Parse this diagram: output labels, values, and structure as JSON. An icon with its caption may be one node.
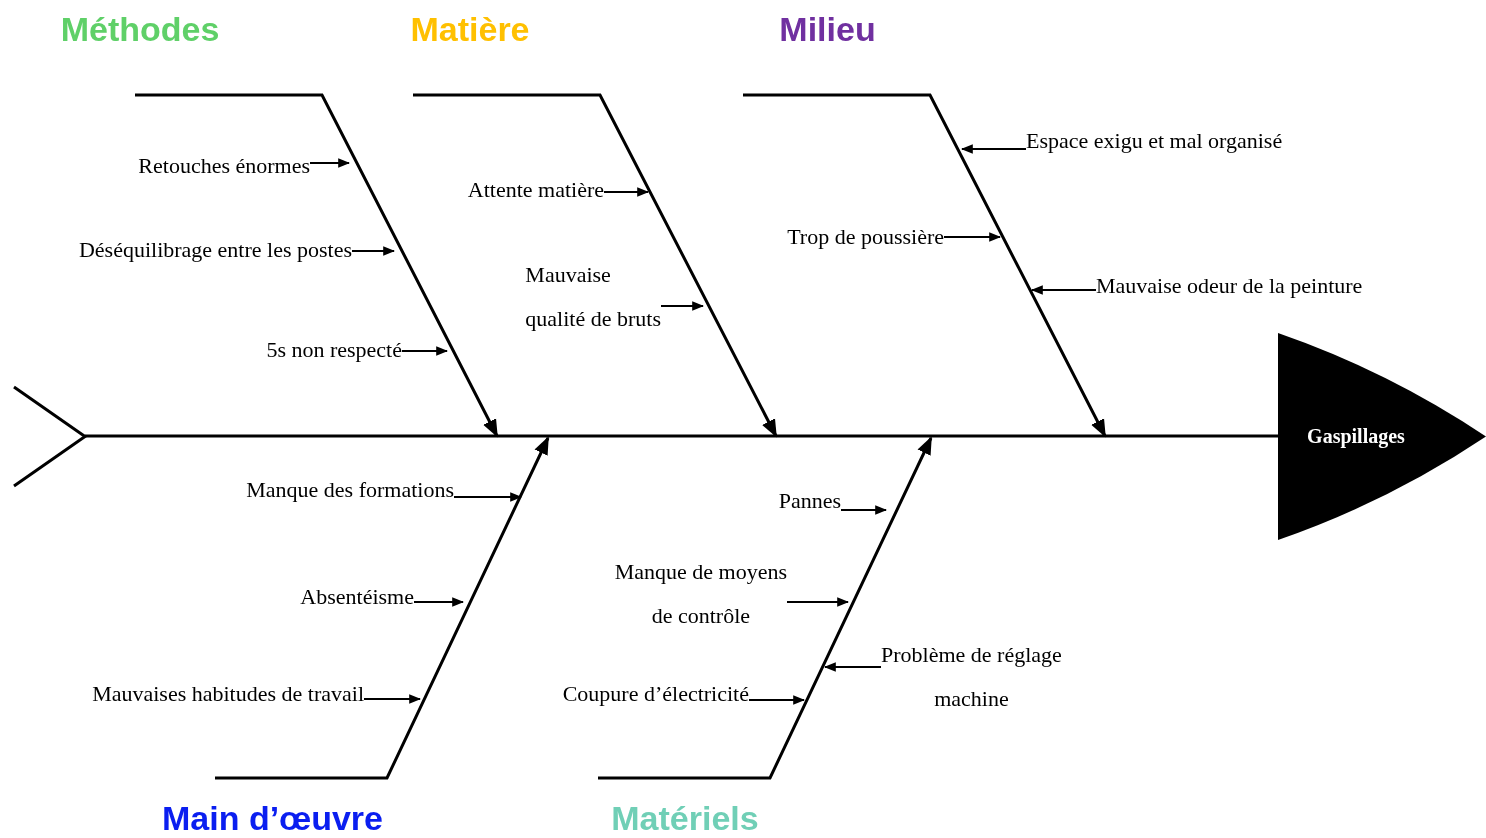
{
  "diagram": {
    "nodes": [
      {
        "text": [
          "Méthodes"
        ]
      },
      {
        "text": [
          "Matière"
        ]
      },
      {
        "text": [
          "Milieu"
        ]
      },
      {
        "text": [
          "Retouches énormes"
        ]
      },
      {
        "text": [
          "Attente matière"
        ]
      },
      {
        "text": [
          "Espace exigu et mal organisé"
        ]
      },
      {
        "text": [
          "Trop de poussière"
        ]
      },
      {
        "text": [
          "Déséquilibrage entre les postes"
        ]
      },
      {
        "text": [
          "Mauvaise qualité de bruts"
        ]
      },
      {
        "text": [
          "Mauvaise odeur de la peinture"
        ]
      },
      {
        "text": [
          "5s non respecté"
        ]
      },
      {
        "text": [],
        "shape": "chevron"
      },
      {
        "text": [
          "Gaspillages"
        ]
      },
      {
        "text": [
          "Manque des formations"
        ]
      },
      {
        "text": [
          "Pannes"
        ]
      },
      {
        "text": [
          "Manque de moyens de contrôle"
        ]
      },
      {
        "text": [
          "Absentéisme"
        ]
      },
      {
        "text": [
          "Problème de réglage machine"
        ]
      },
      {
        "text": [
          "Coupure d’électricité"
        ]
      },
      {
        "text": [
          "Mauvaises habitudes de travail"
        ]
      },
      {
        "text": [
          "Main d’œuvre"
        ]
      },
      {
        "text": [
          "Matériels"
        ]
      }
    ],
    "edges": [
      {
        "from": 11,
        "to": 12,
        "arrow": "none"
      },
      {
        "from": 0,
        "to": null,
        "arrow": "to"
      },
      {
        "from": 1,
        "to": null,
        "arrow": "to"
      },
      {
        "from": 2,
        "to": null,
        "arrow": "to"
      },
      {
        "from": 20,
        "to": null,
        "arrow": "to"
      },
      {
        "from": 21,
        "to": null,
        "arrow": "to"
      },
      {
        "from": 3,
        "to": null,
        "arrow": "to"
      },
      {
        "from": 7,
        "to": null,
        "arrow": "to"
      },
      {
        "from": 10,
        "to": null,
        "arrow": "to"
      },
      {
        "from": 4,
        "to": null,
        "arrow": "to"
      },
      {
        "from": 8,
        "to": null,
        "arrow": "to"
      },
      {
        "from": 5,
        "to": null,
        "arrow": "to"
      },
      {
        "from": 6,
        "to": null,
        "arrow": "to"
      },
      {
        "from": 9,
        "to": null,
        "arrow": "to"
      },
      {
        "from": 13,
        "to": null,
        "arrow": "to"
      },
      {
        "from": 16,
        "to": null,
        "arrow": "to"
      },
      {
        "from": 19,
        "to": null,
        "arrow": "to"
      },
      {
        "from": 14,
        "to": null,
        "arrow": "to"
      },
      {
        "from": 15,
        "to": null,
        "arrow": "to"
      },
      {
        "from": 18,
        "to": null,
        "arrow": "to"
      },
      {
        "from": 17,
        "to": null,
        "arrow": "to"
      }
    ]
  }
}
